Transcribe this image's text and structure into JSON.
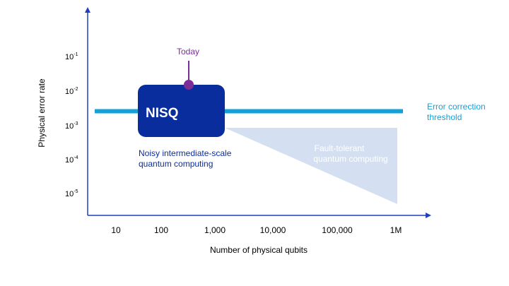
{
  "chart_data": {
    "type": "diagram",
    "xlabel": "Number of physical qubits",
    "ylabel": "Physical error rate",
    "x_scale": "log",
    "y_scale": "log",
    "x_ticks": [
      {
        "value": 10,
        "label": "10"
      },
      {
        "value": 100,
        "label": "100"
      },
      {
        "value": 1000,
        "label": "1,000"
      },
      {
        "value": 10000,
        "label": "10,000"
      },
      {
        "value": 100000,
        "label": "100,000"
      },
      {
        "value": 1000000,
        "label": "1M"
      }
    ],
    "y_ticks": [
      {
        "value": 0.1,
        "base": "10",
        "exp": "-1"
      },
      {
        "value": 0.01,
        "base": "10",
        "exp": "-2"
      },
      {
        "value": 0.001,
        "base": "10",
        "exp": "-3"
      },
      {
        "value": 0.0001,
        "base": "10",
        "exp": "-4"
      },
      {
        "value": 1e-05,
        "base": "10",
        "exp": "-5"
      }
    ],
    "threshold": {
      "label_line1": "Error correction",
      "label_line2": "threshold"
    },
    "nisq": {
      "label": "NISQ",
      "caption_line1": "Noisy intermediate-scale",
      "caption_line2": "quantum computing"
    },
    "today": {
      "label": "Today"
    },
    "fault_tolerant": {
      "label_line1": "Fault-tolerant",
      "label_line2": "quantum computing"
    }
  },
  "colors": {
    "axis": "#1f3fbf",
    "threshold": "#12a1d8",
    "nisq_fill": "#0a2d9e",
    "nisq_caption": "#0a2d9e",
    "today": "#7b2e98",
    "fault_tolerant_fill": "#d4e0f1",
    "fault_tolerant_text": "#ffffff"
  }
}
